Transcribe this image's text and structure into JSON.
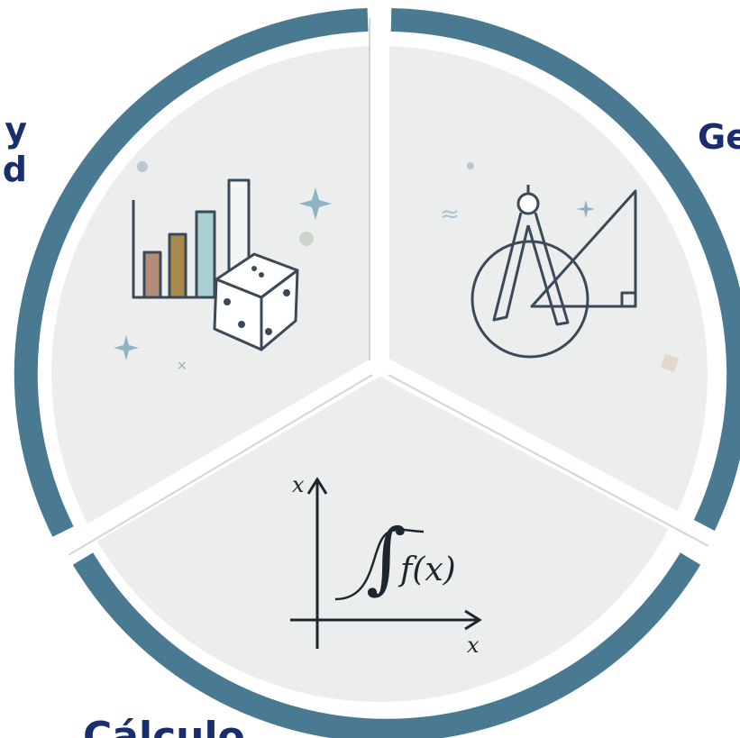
{
  "colors": {
    "ring": "#4a7a92",
    "ring_dark": "#3d6b82",
    "sector_fill": "#eceeee",
    "divider": "#ffffff",
    "label": "#1a2e6e",
    "icon_stroke": "#3a4a58",
    "bar_brown": "#b38c7a",
    "bar_olive": "#a8894a",
    "bar_teal": "#a9cfd0",
    "bar_white": "#f4f6f6",
    "sparkle": "#8fb3c2"
  },
  "sectors": [
    {
      "id": "statistics-probability",
      "icon": "bar-chart-dice-icon"
    },
    {
      "id": "geometry",
      "icon": "compass-triangle-icon"
    },
    {
      "id": "calculus",
      "icon": "integral-graph-icon"
    }
  ],
  "labels": {
    "left_line1": "y",
    "left_line2": "d",
    "right": "Ge",
    "bottom": "Cálculo"
  },
  "graph": {
    "y_axis_label": "x",
    "x_axis_label": "x",
    "function_label": "f(x)",
    "integral_symbol": "∫"
  }
}
